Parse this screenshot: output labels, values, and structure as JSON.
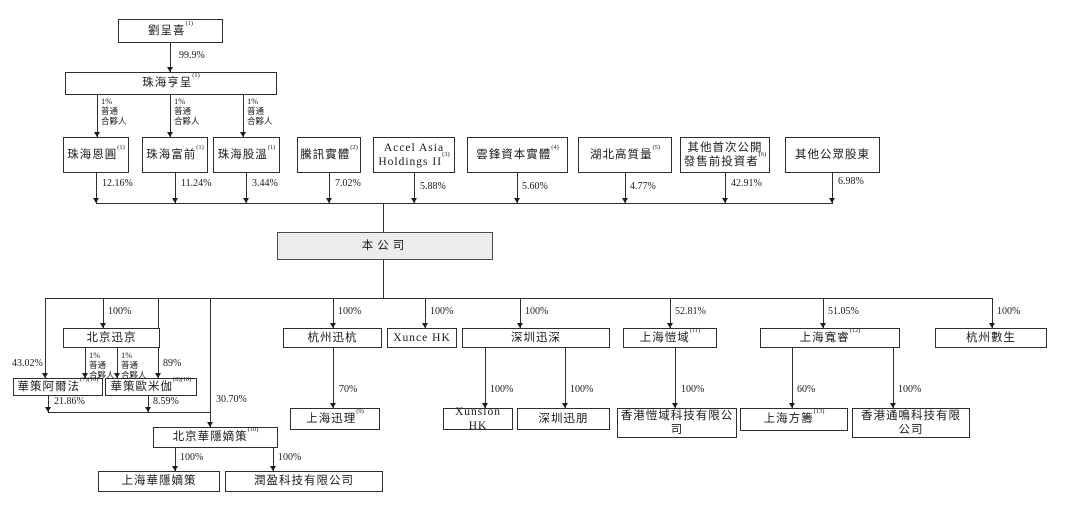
{
  "diagram": {
    "nodes": {
      "liu-chengxi": {
        "label": "劉呈喜",
        "sup": "(1)"
      },
      "zhuhai-hengcheng": {
        "label": "珠海亨呈",
        "sup": "(1)"
      },
      "zhuhai-enyuan": {
        "label": "珠海恩圓",
        "sup": "(1)"
      },
      "zhuhai-fuqian": {
        "label": "珠海富前",
        "sup": "(1)"
      },
      "zhuhai-guwen": {
        "label": "珠海股溫",
        "sup": "(1)"
      },
      "tencent-entities": {
        "label": "騰訊實體",
        "sup": "(2)"
      },
      "accel-asia": {
        "lines": [
          "Accel Asia",
          "Holdings II"
        ],
        "sup": "(3)"
      },
      "yunfeng-capital": {
        "label": "雲鋒資本實體",
        "sup": "(4)"
      },
      "hubei-gaozhiliang": {
        "label": "湖北高質量",
        "sup": "(5)"
      },
      "other-preipo": {
        "lines": [
          "其他首次公開",
          "發售前投資者"
        ],
        "sup": "(6)"
      },
      "other-public": {
        "label": "其他公眾股東"
      },
      "company": {
        "label": "本公司"
      },
      "beijing-xunjing": {
        "label": "北京迅京"
      },
      "huace-alpha": {
        "label": "華策阿爾法",
        "sup": "(7)(10)"
      },
      "huace-omega": {
        "label": "華策歐米伽",
        "sup": "(8)(10)"
      },
      "beijing-huayince": {
        "label": "北京華隱嫡策",
        "sup": "(10)"
      },
      "shanghai-huayince": {
        "label": "上海華隱嫡策"
      },
      "runying-tech": {
        "label": "潤盈科技有限公司"
      },
      "hangzhou-xunhang": {
        "label": "杭州迅杭"
      },
      "shanghai-xunli": {
        "label": "上海迅理",
        "sup": "(9)"
      },
      "xunce-hk": {
        "label": "Xunce HK"
      },
      "shenzhen-xunshen": {
        "label": "深圳迅深"
      },
      "xunsion-hk": {
        "label": "Xunsion HK"
      },
      "shenzhen-xunpeng": {
        "label": "深圳迅朋"
      },
      "shanghai-kaiyu": {
        "label": "上海愷域",
        "sup": "(11)"
      },
      "hk-kaiyu-tech": {
        "label": "香港愷域科技有限公司"
      },
      "shanghai-kuanrui": {
        "label": "上海寬睿",
        "sup": "(12)"
      },
      "shanghai-fangchou": {
        "label": "上海方籌",
        "sup": "(13)"
      },
      "hk-tongming-tech": {
        "label": "香港通鳴科技有限公司"
      },
      "hangzhou-shusheng": {
        "label": "杭州數生"
      }
    },
    "gp_lines": [
      "1%",
      "普通",
      "合夥人"
    ],
    "labels": {
      "pct_999": "99.9%",
      "pct_enyuan": "12.16%",
      "pct_fuqian": "11.24%",
      "pct_guwen": "3.44%",
      "pct_tencent": "7.02%",
      "pct_accel": "5.88%",
      "pct_yunfeng": "5.60%",
      "pct_hubei": "4.77%",
      "pct_preipo": "42.91%",
      "pct_public": "6.98%",
      "pct_bjxj": "100%",
      "pct_alpha_direct": "43.02%",
      "pct_omega_direct": "89%",
      "pct_huayin_direct": "30.70%",
      "pct_alpha_down": "21.86%",
      "pct_omega_down": "8.59%",
      "pct_huayin_sh": "100%",
      "pct_runying": "100%",
      "pct_hzxh": "100%",
      "pct_xunli": "70%",
      "pct_xuncehk": "100%",
      "pct_szxs": "100%",
      "pct_xunsion": "100%",
      "pct_xunpeng": "100%",
      "pct_kaiyu": "52.81%",
      "pct_hkkaiyu": "100%",
      "pct_kuanrui": "51.05%",
      "pct_fangchou": "60%",
      "pct_hktongming": "100%",
      "pct_shusheng": "100%"
    },
    "colors": {
      "line": "#2e2e2e",
      "box_border": "#2e2e2e",
      "company_fill": "#ececec",
      "text": "#1a1a1a"
    }
  }
}
